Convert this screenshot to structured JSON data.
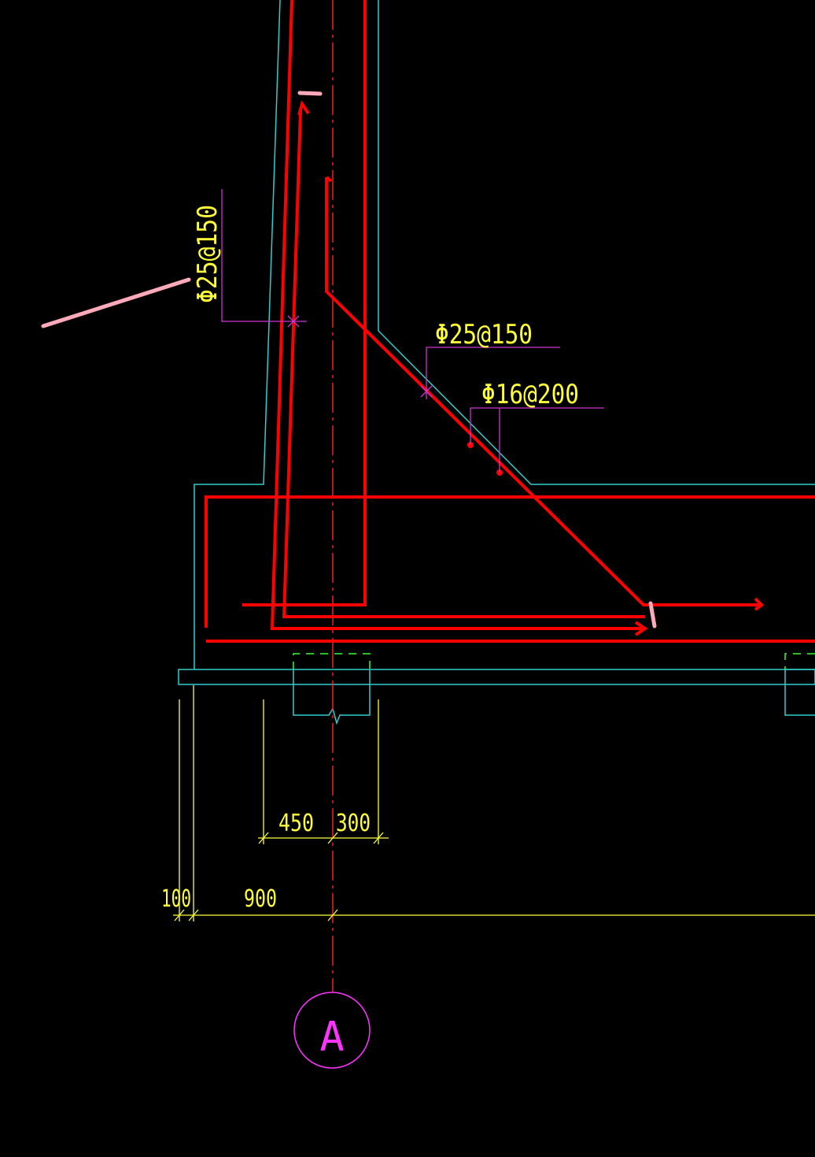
{
  "colors": {
    "background": "#000000",
    "rebar": "#ff0000",
    "concrete_outline": "#33cccc",
    "dimension": "#ffff3a",
    "leader": "#cc33cc",
    "axis_line": "#ff0000",
    "axis_bubble": "#ff33ff",
    "highlight": "#ffaabb"
  },
  "annotations": {
    "wall_rebar": "Φ25@150",
    "haunch_rebar": "Φ25@150",
    "haunch_distribution": "Φ16@200"
  },
  "dimensions": {
    "d450": "450",
    "d300": "300",
    "d100": "100",
    "d900": "900"
  },
  "axis": {
    "label": "A"
  }
}
